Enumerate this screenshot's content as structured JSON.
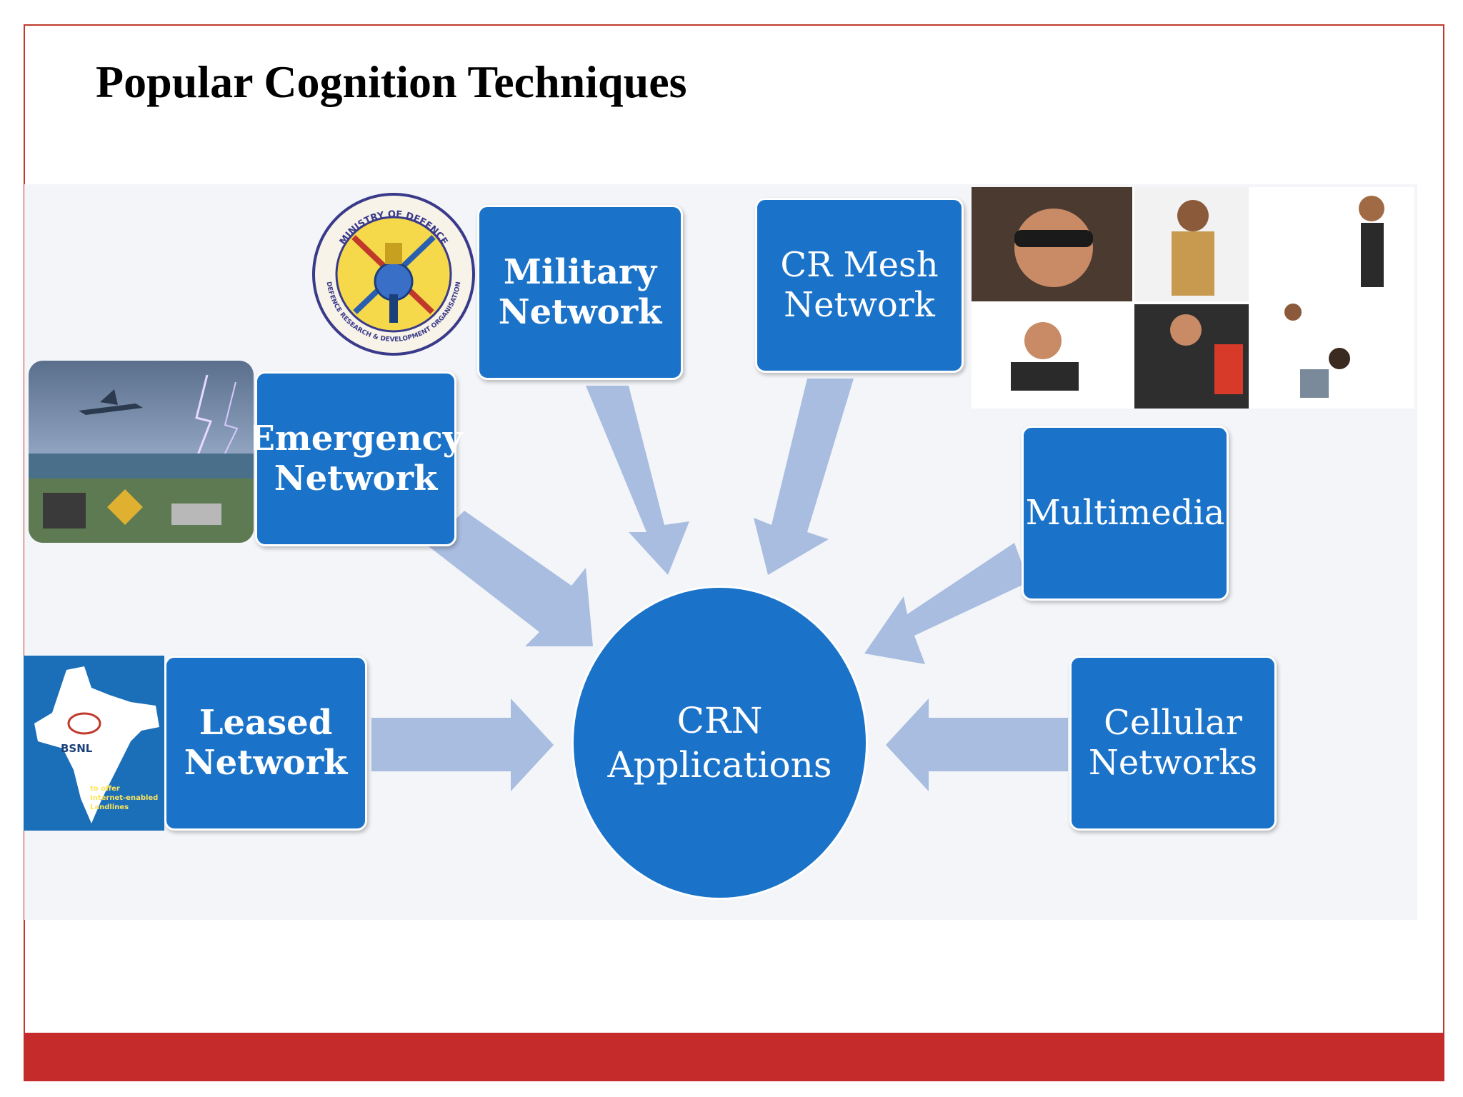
{
  "slide": {
    "title": "Popular Cognition Techniques",
    "colors": {
      "accent": "#c62b2b",
      "node": "#1b73c9",
      "arrow": "#a9bde0",
      "panel": "#f3f5f9"
    }
  },
  "diagram": {
    "center": {
      "label": "CRN\nApplications"
    },
    "nodes": [
      {
        "id": "emergency",
        "label": "Emergency\nNetwork"
      },
      {
        "id": "military",
        "label": "Military\nNetwork"
      },
      {
        "id": "mesh",
        "label": "CR Mesh\nNetwork"
      },
      {
        "id": "multimedia",
        "label": "Multimedia"
      },
      {
        "id": "leased",
        "label": "Leased\nNetwork"
      },
      {
        "id": "cellular",
        "label": "Cellular\nNetworks"
      }
    ],
    "edges": [
      {
        "from": "emergency",
        "to": "center"
      },
      {
        "from": "military",
        "to": "center"
      },
      {
        "from": "mesh",
        "to": "center"
      },
      {
        "from": "multimedia",
        "to": "center"
      },
      {
        "from": "leased",
        "to": "center"
      },
      {
        "from": "cellular",
        "to": "center"
      }
    ]
  },
  "images": {
    "drdo_emblem": {
      "icon": "defence-emblem-icon",
      "top_text": "MINISTRY OF DEFENCE",
      "ring_text": "DEFENCE RESEARCH & DEVELOPMENT ORGANISATION"
    },
    "disaster_collage": {
      "icon": "disaster-collage-icon"
    },
    "bsnl_ad": {
      "icon": "india-map-icon",
      "brand": "BSNL",
      "tagline": "to offer\nInternet-enabled\nLandlines"
    },
    "people_collage": {
      "icon": "people-collage-icon"
    }
  }
}
